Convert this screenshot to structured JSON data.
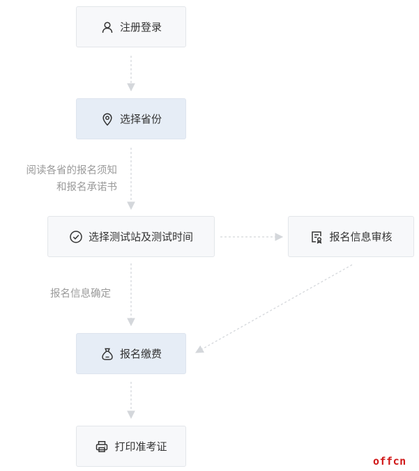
{
  "steps": {
    "register": {
      "label": "注册登录",
      "icon": "user-icon"
    },
    "province": {
      "label": "选择省份",
      "icon": "location-pin-icon"
    },
    "test_site": {
      "label": "选择测试站及测试时间",
      "icon": "check-circle-icon"
    },
    "review": {
      "label": "报名信息审核",
      "icon": "document-review-icon"
    },
    "payment": {
      "label": "报名缴费",
      "icon": "money-bag-icon"
    },
    "print": {
      "label": "打印准考证",
      "icon": "printer-icon"
    }
  },
  "notes": {
    "read_line1": "阅读各省的报名须知",
    "read_line2": "和报名承诺书",
    "confirm": "报名信息确定"
  },
  "watermark": "offcn",
  "colors": {
    "box_bg": "#f7f8fa",
    "box_highlight_bg": "#e6edf6",
    "arrow": "#d4d7db",
    "note_text": "#9a9a9a",
    "watermark": "#d01818"
  }
}
